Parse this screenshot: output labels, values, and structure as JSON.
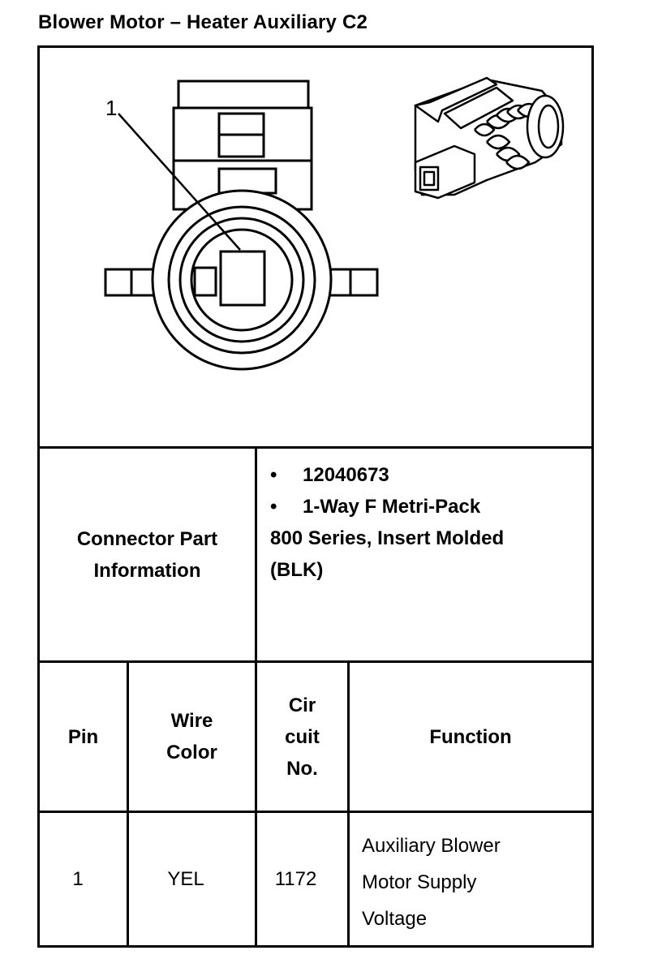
{
  "title": "Blower Motor – Heater Auxiliary C2",
  "diagram": {
    "callout": "1",
    "icons": [
      "connector-face-view",
      "connector-3d-view"
    ]
  },
  "connector_info": {
    "label": [
      "Connector Part",
      "Information"
    ],
    "bullet_symbol": "•",
    "part_number": "12040673",
    "description_line1": "1-Way F Metri-Pack",
    "description_line2": "800 Series, Insert Molded",
    "description_line3": "(BLK)"
  },
  "table": {
    "headers": {
      "pin": "Pin",
      "wire_color": [
        "Wire",
        "Color"
      ],
      "circuit": [
        "Cir",
        "cuit",
        "No."
      ],
      "function": "Function"
    },
    "rows": [
      {
        "pin": "1",
        "wire_color": "YEL",
        "circuit": "1172",
        "function": [
          "Auxiliary Blower",
          "Motor Supply",
          "Voltage"
        ]
      }
    ]
  }
}
